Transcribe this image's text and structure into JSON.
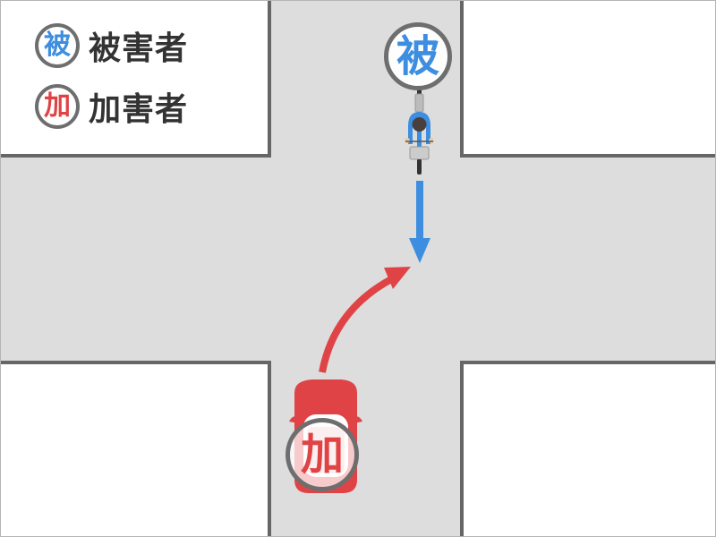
{
  "legend": {
    "items": [
      {
        "badge": "被",
        "label": "被害者",
        "role": "victim",
        "color": "#3d8ee0"
      },
      {
        "badge": "加",
        "label": "加害者",
        "role": "offender",
        "color": "#e04346"
      }
    ]
  },
  "scene": {
    "type": "crossroads intersection",
    "victim": {
      "badge": "被",
      "vehicle": "bicycle",
      "direction": "southbound straight",
      "color": "#3d8ee0"
    },
    "offender": {
      "badge": "加",
      "vehicle": "car",
      "direction": "northbound turning right",
      "color": "#e04346"
    }
  },
  "colors": {
    "road": "#dddddd",
    "curb": "#666666",
    "block": "#ffffff",
    "victim": "#3d8ee0",
    "offender": "#e04346"
  }
}
